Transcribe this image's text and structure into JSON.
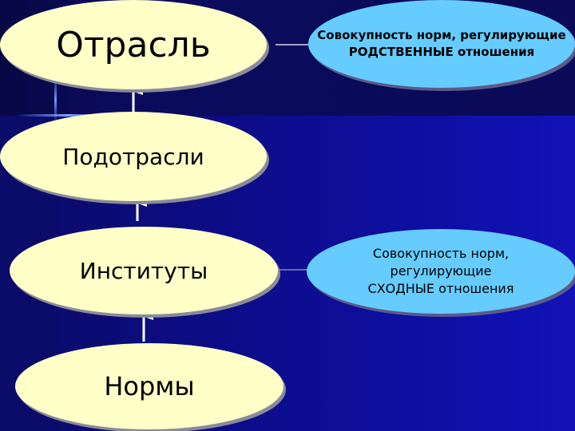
{
  "nodes": {
    "otrasl": "Отрасль",
    "podotrasli": "Подотрасли",
    "instituty": "Институты",
    "normy": "Нормы"
  },
  "definitions": {
    "top": {
      "line1": "Совокупность норм,",
      "line2": "регулирующие",
      "line3": "РОДСТВЕННЫЕ",
      "line4": "отношения"
    },
    "bottom": {
      "line1": "Совокупность норм,",
      "line2": "регулирующие",
      "line3": "СХОДНЫЕ отношения"
    }
  },
  "colors": {
    "node_fill": "#ffffc8",
    "definition_fill": "#66ccff",
    "background": "#0b0b5e"
  }
}
